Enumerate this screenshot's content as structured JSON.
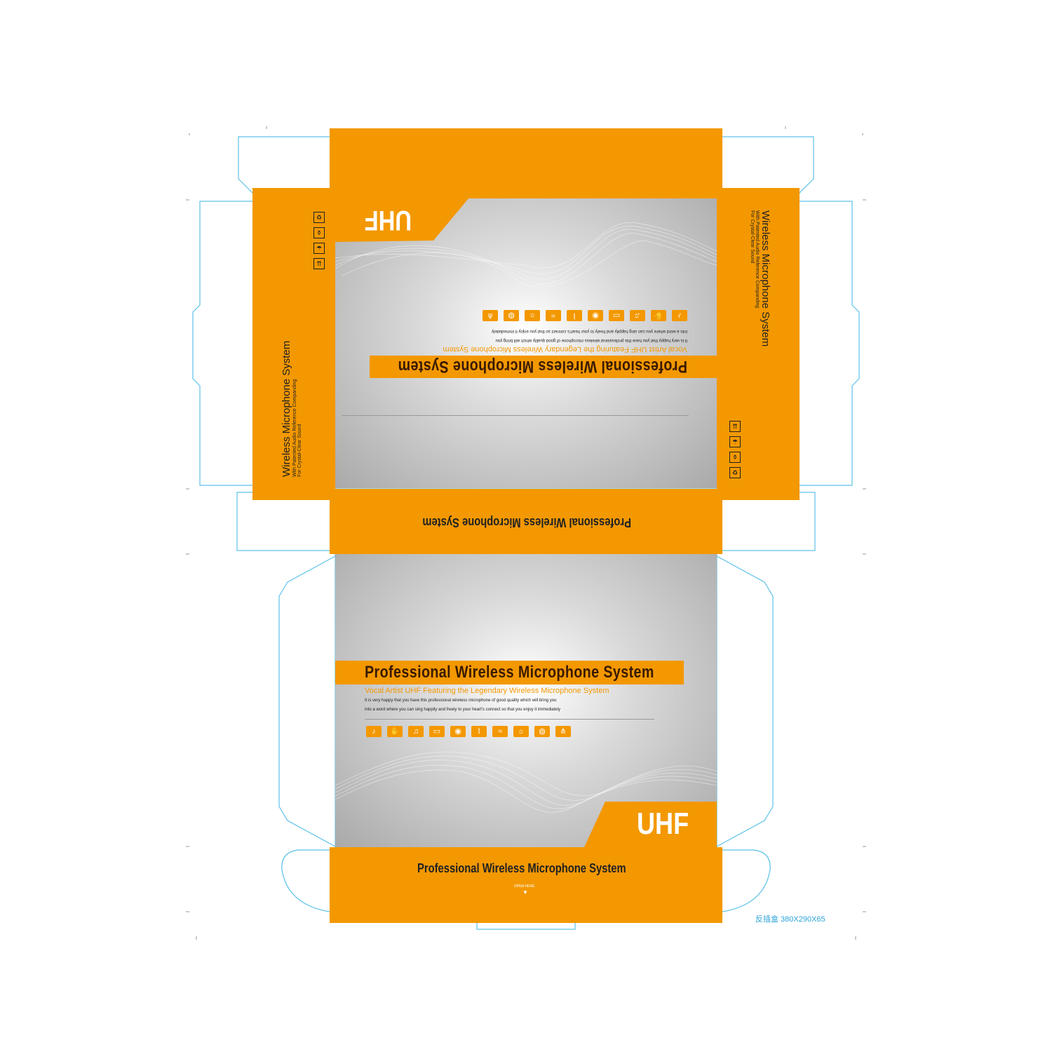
{
  "brand": {
    "badge": "UHF"
  },
  "headline": "Professional  Wireless  Microphone  System",
  "subtitle": "Vocal Artist UHF Featuring the Legendary Wireless Microphone System",
  "body_lines": [
    "It is very happy that you have this professional wireless microphone of good quality which will bring you",
    "into a word where you can sing happily and freely to your heart's connect so that you enjoy it immediately"
  ],
  "side_panel": {
    "title": "Wireless Microphone System",
    "line1": "With Patented Audio Reference Companding",
    "line2": "For Crystal-Clear Sound"
  },
  "open_here": "OPEN HERE",
  "dieline_label": "反插盒 380X290X65",
  "feature_icons": [
    "mic-icon",
    "hand-icon",
    "guitar-icon",
    "laptop-icon",
    "speaker-icon",
    "cable-icon",
    "wave-icon",
    "sun-icon",
    "globe-icon",
    "sound-icon"
  ],
  "handling_symbols": [
    "recycle-icon",
    "fragile-icon",
    "umbrella-icon",
    "arrows-up-icon"
  ],
  "colors": {
    "orange": "#f39800",
    "dieline": "#5cc2e8",
    "text_dark": "#3a1a00",
    "label_blue": "#2aa3d8"
  }
}
